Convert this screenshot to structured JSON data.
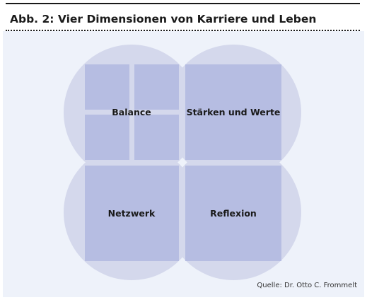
{
  "figure": {
    "title": "Abb. 2: Vier Dimensionen von Karriere und Leben",
    "source": "Quelle: Dr. Otto C. Frommelt"
  },
  "quadrants": [
    {
      "label": "Balance"
    },
    {
      "label": "Stärken und Werte"
    },
    {
      "label": "Netzwerk"
    },
    {
      "label": "Reflexion"
    }
  ],
  "colors": {
    "background": "#eef2fa",
    "circle": "#d4d8ec",
    "square": "#b6bde2",
    "text": "#1a1a1a"
  }
}
